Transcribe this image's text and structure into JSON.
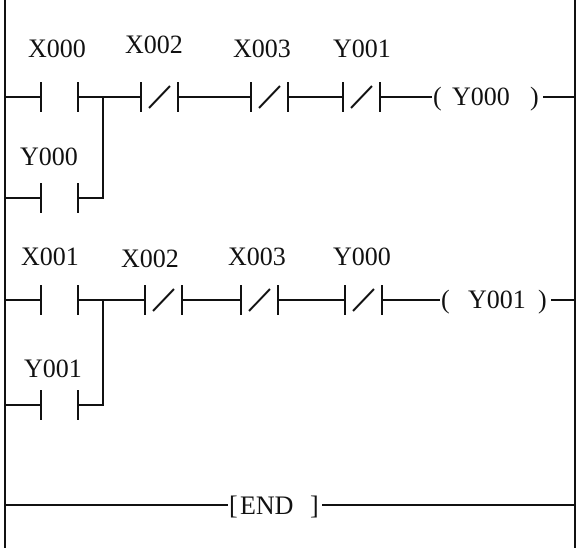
{
  "rungs": [
    {
      "contacts": [
        {
          "label": "X000",
          "type": "NO"
        },
        {
          "label": "X002",
          "type": "NC"
        },
        {
          "label": "X003",
          "type": "NC"
        },
        {
          "label": "Y001",
          "type": "NC"
        }
      ],
      "branch": {
        "label": "Y000",
        "type": "NO"
      },
      "coil": {
        "open": "(",
        "label": "Y000",
        "close": ")"
      }
    },
    {
      "contacts": [
        {
          "label": "X001",
          "type": "NO"
        },
        {
          "label": "X002",
          "type": "NC"
        },
        {
          "label": "X003",
          "type": "NC"
        },
        {
          "label": "Y000",
          "type": "NC"
        }
      ],
      "branch": {
        "label": "Y001",
        "type": "NO"
      },
      "coil": {
        "open": "(",
        "label": "Y001",
        "close": ")"
      }
    }
  ],
  "end_instruction": {
    "open": "[",
    "label": "END",
    "close": "]"
  }
}
